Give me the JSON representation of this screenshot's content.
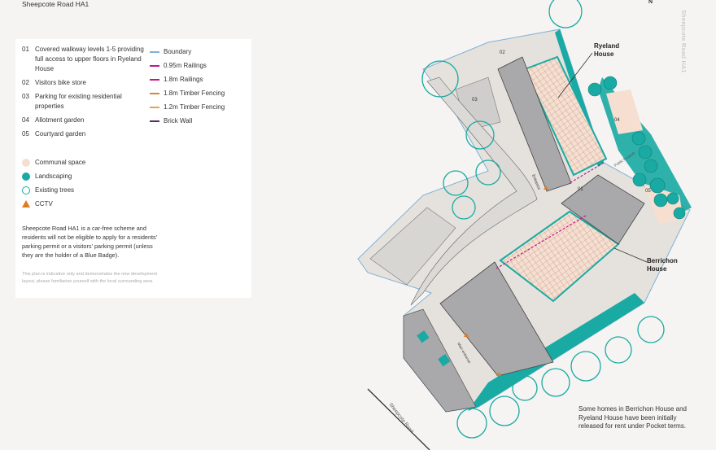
{
  "page_title": "Sheepcote Road HA1",
  "legend": {
    "keys": [
      {
        "num": "01",
        "label": "Covered walkway levels 1-5 providing full access to upper floors in Ryeland House"
      },
      {
        "num": "02",
        "label": "Visitors bike store"
      },
      {
        "num": "03",
        "label": "Parking for existing residential properties"
      },
      {
        "num": "04",
        "label": "Allotment garden"
      },
      {
        "num": "05",
        "label": "Courtyard garden"
      }
    ],
    "lines": [
      {
        "label": "Boundary",
        "color": "#7fb1d6",
        "style": "solid"
      },
      {
        "label": "0.95m Railings",
        "color": "#c4168c",
        "style": "solid"
      },
      {
        "label": "1.8m Railings",
        "color": "#c4168c",
        "style": "dashed"
      },
      {
        "label": "1.8m Timber Fencing",
        "color": "#d08a3a",
        "style": "solid"
      },
      {
        "label": "1.2m Timber Fencing",
        "color": "#e9a054",
        "style": "dashed"
      },
      {
        "label": "Brick Wall",
        "color": "#5a2a6e",
        "style": "dashed"
      }
    ],
    "symbols": [
      {
        "label": "Communal space",
        "icon": "circle-filled",
        "color": "#f6dfd0"
      },
      {
        "label": "Landscaping",
        "icon": "circle-filled",
        "color": "#19aaa3"
      },
      {
        "label": "Existing trees",
        "icon": "circle-outline",
        "color": "#19aaa3"
      },
      {
        "label": "CCTV",
        "icon": "triangle",
        "color": "#e07b24"
      }
    ],
    "car_free_note": "Sheepcote Road HA1 is a car-free scheme and residents will not be eligible to apply for a residents' parking permit or a visitors' parking permit (unless they are the holder of a Blue Badge).",
    "disclaimer": "This plan is indicative only and demonstrates the new development layout, please familiarise yourself with the local surrounding area."
  },
  "map": {
    "north_label": "N",
    "side_road_label": "Sheepcote Road    HA1",
    "buildings": {
      "ryeland": "Ryeland House",
      "berrichon": "Berrichon House"
    },
    "area_labels": [
      "01",
      "02",
      "03",
      "04",
      "05"
    ],
    "entrance_label": "Entrance",
    "footpath_label": "Public footpath",
    "main_entrance_label": "Main entrance",
    "road_label": "Sheepcote Road"
  },
  "bottom_note": "Some homes in Berrichon House and Ryeland House have been initially released for rent under Pocket terms."
}
